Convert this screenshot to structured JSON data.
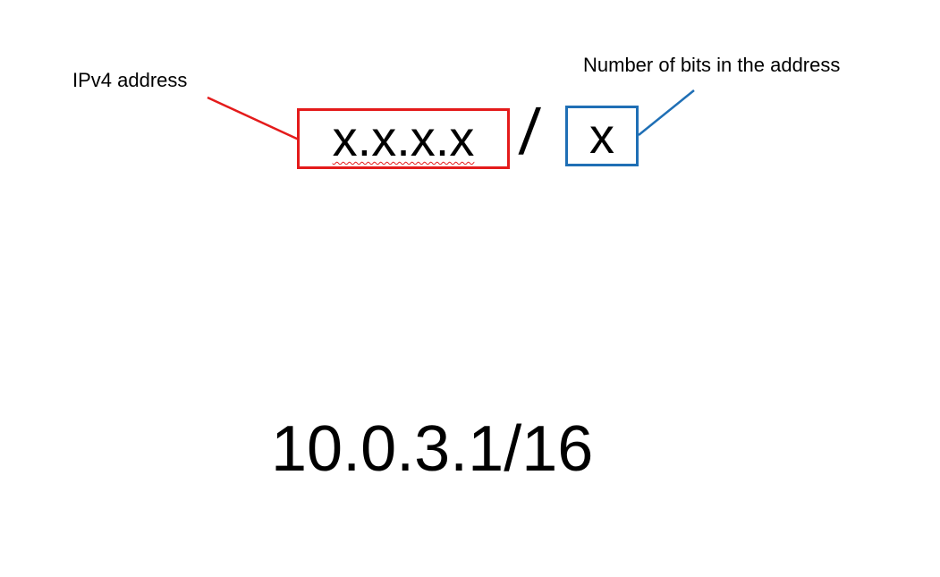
{
  "labels": {
    "ipv4_address": "IPv4 address",
    "number_of_bits": "Number of bits in the address"
  },
  "notation": {
    "address_format": "x.x.x.x",
    "separator": "/",
    "prefix_length": "x"
  },
  "example": {
    "cidr": "10.0.3.1/16"
  },
  "colors": {
    "address_highlight": "#e41b1b",
    "prefix_highlight": "#1f6fb5",
    "text": "#000000"
  }
}
